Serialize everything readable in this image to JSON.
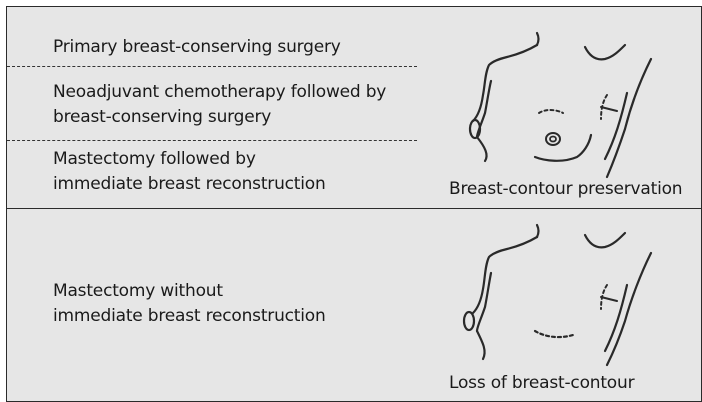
{
  "top_section": {
    "options": [
      {
        "lines": [
          "Primary breast-conserving surgery"
        ]
      },
      {
        "lines": [
          "Neoadjuvant chemotherapy followed by",
          "breast-conserving surgery"
        ]
      },
      {
        "lines": [
          "Mastectomy followed by",
          "immediate breast reconstruction"
        ]
      }
    ],
    "outcome": "Breast-contour preservation"
  },
  "bottom_section": {
    "options": [
      {
        "lines": [
          "Mastectomy without",
          "immediate breast reconstruction"
        ]
      }
    ],
    "outcome": "Loss of breast-contour"
  }
}
